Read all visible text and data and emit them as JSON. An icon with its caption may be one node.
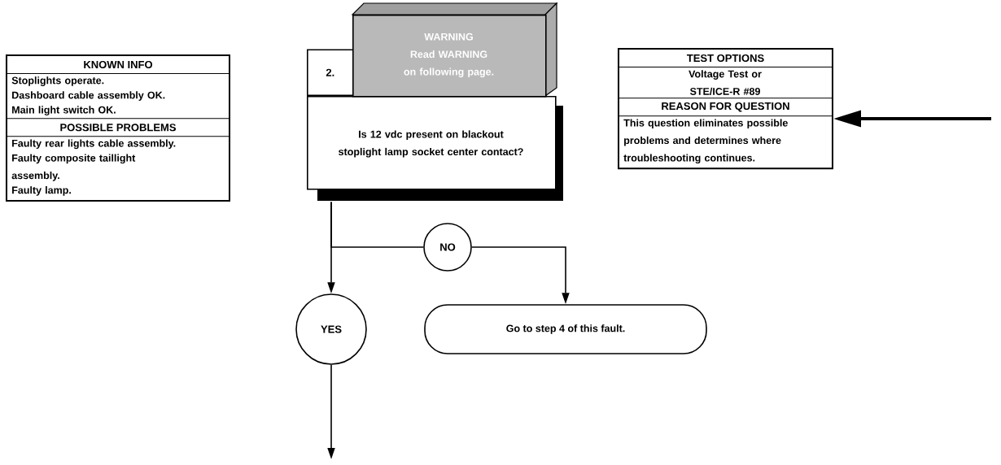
{
  "diagram": {
    "nodes": [
      {
        "text": [
          "KNOWN INFO",
          "Stoplights operate.",
          "Dashboard cable assembly OK.",
          "Main light switch OK.",
          "POSSIBLE PROBLEMS",
          "Faulty rear lights cable assembly.",
          "Faulty composite taillight assembly.",
          "Faulty lamp."
        ]
      },
      {
        "text": [
          "2.",
          "Is 12 vdc present on blackout stoplight lamp socket center contact?"
        ]
      },
      {
        "text": [
          "WARNING",
          "Read WARNING on following page."
        ]
      },
      {
        "text": [
          "TEST OPTIONS",
          "Voltage Test or STE/ICE-R #89",
          "REASON FOR QUESTION",
          "This question eliminates possible problems and determines where troubleshooting continues."
        ]
      },
      {
        "text": [
          "NO"
        ]
      },
      {
        "text": [
          "YES"
        ]
      },
      {
        "text": [
          "Go to step 4 of this fault."
        ]
      }
    ],
    "edges": [
      {
        "from": 1,
        "to": 5,
        "arrow": "to"
      },
      {
        "from": 1,
        "to": 4,
        "arrow": "none"
      },
      {
        "from": 4,
        "to": 6,
        "arrow": "to"
      },
      {
        "from": 5,
        "to": null,
        "arrow": "to"
      },
      {
        "from": null,
        "to": 3,
        "arrow": "to",
        "style": "thick"
      }
    ]
  }
}
